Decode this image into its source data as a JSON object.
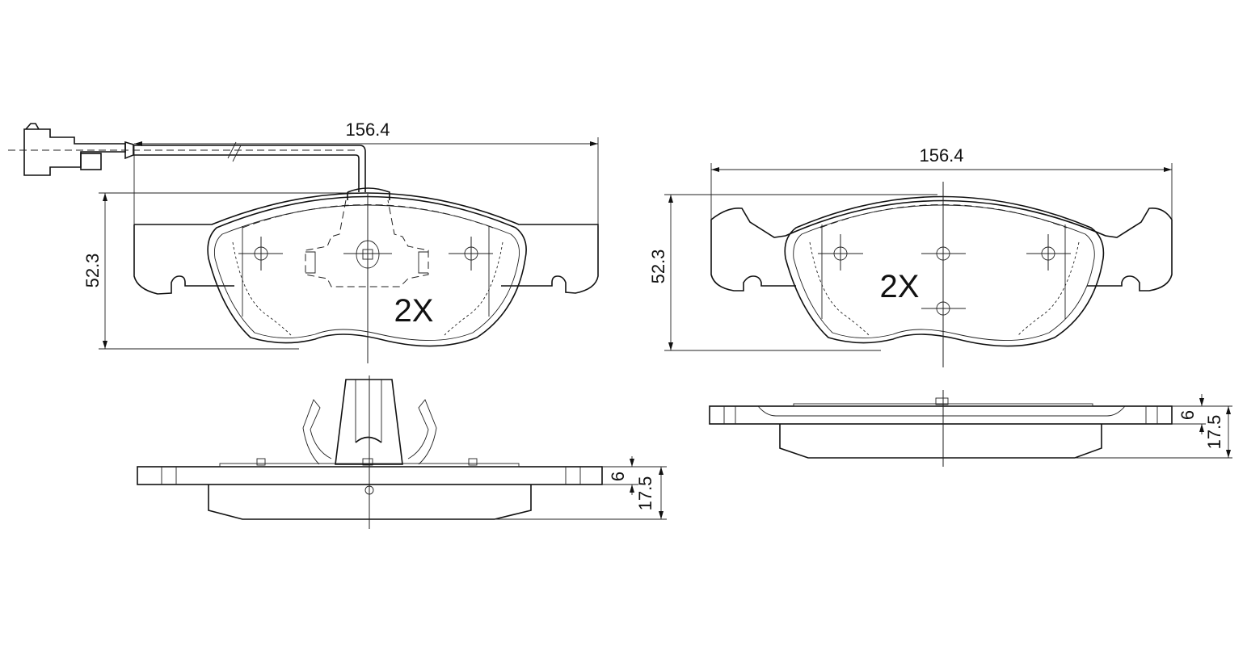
{
  "left_pad": {
    "width_dim": "156.4",
    "height_dim": "52.3",
    "quantity": "2X",
    "backplate_dim": "6",
    "thickness_dim": "17.5"
  },
  "right_pad": {
    "width_dim": "156.4",
    "height_dim": "52.3",
    "quantity": "2X",
    "backplate_dim": "6",
    "thickness_dim": "17.5"
  }
}
